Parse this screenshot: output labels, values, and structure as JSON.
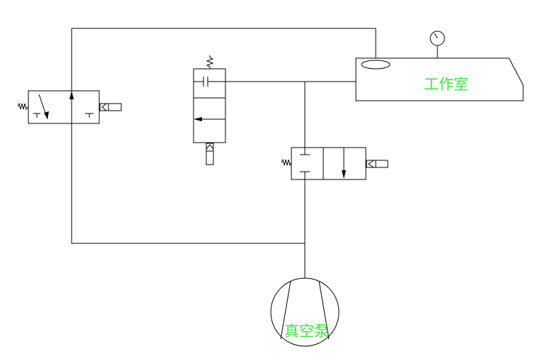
{
  "labels": {
    "chamber": "工作室",
    "pump": "真空泵"
  },
  "colors": {
    "line": "#000000",
    "label": "#3ee63e",
    "background": "#ffffff"
  },
  "components": {
    "left_valve": {
      "type": "2-position solenoid valve",
      "icon": "spring-return-solenoid-valve-icon"
    },
    "center_valve": {
      "type": "2-position vertical valve",
      "icon": "spring-return-vertical-valve-icon"
    },
    "right_valve": {
      "type": "2-position solenoid valve",
      "icon": "spring-return-solenoid-valve-icon"
    },
    "chamber": {
      "icon": "working-chamber-icon"
    },
    "gauge": {
      "icon": "pressure-gauge-icon"
    },
    "pump": {
      "icon": "vacuum-pump-icon"
    }
  }
}
